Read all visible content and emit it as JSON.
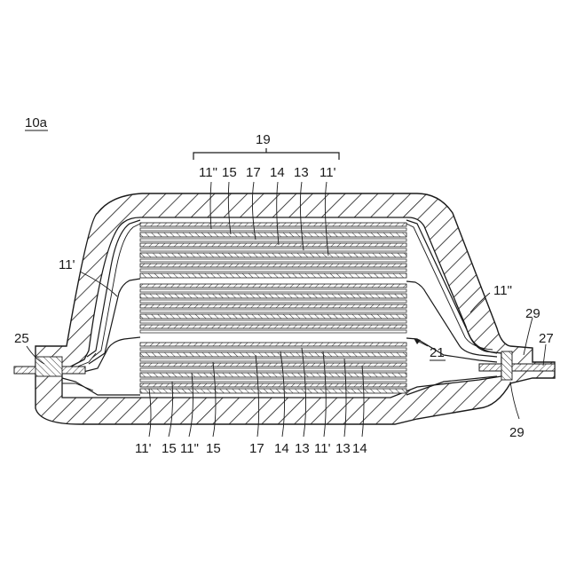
{
  "figure": {
    "id_label": "10a",
    "group_label": "19",
    "top_labels": [
      "11\"",
      "15",
      "17",
      "14",
      "13",
      "11'"
    ],
    "bottom_labels": [
      "11'",
      "15",
      "11\"",
      "15",
      "17",
      "14",
      "13",
      "11'",
      "13",
      "14"
    ],
    "left_labels": {
      "upper": "11'",
      "terminal": "25"
    },
    "right_labels": {
      "upper": "11\"",
      "seal_top": "29",
      "terminal": "27",
      "seal_bottom": "29",
      "space": "21"
    }
  }
}
